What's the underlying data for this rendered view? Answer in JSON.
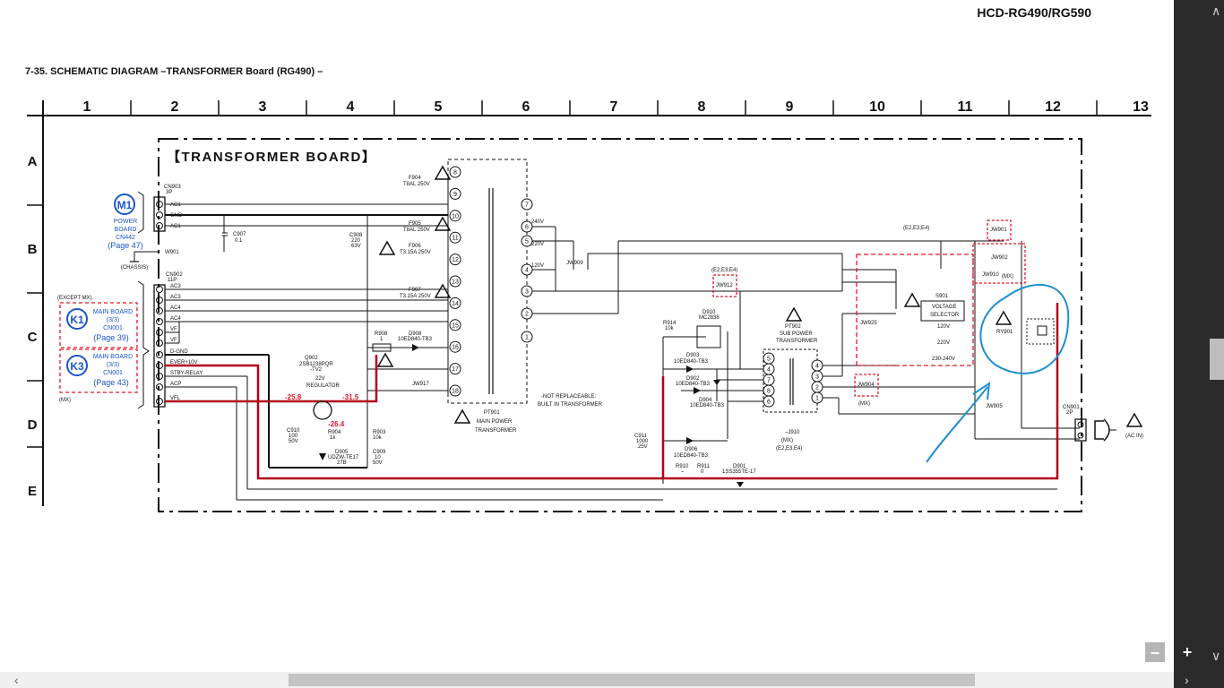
{
  "doc": {
    "header": "HCD-RG490/RG590",
    "title": "7-35. SCHEMATIC  DIAGRAM  –TRANSFORMER Board (RG490) –",
    "board_title": "【TRANSFORMER  BOARD】"
  },
  "grid": {
    "columns": [
      "1",
      "2",
      "3",
      "4",
      "5",
      "6",
      "7",
      "8",
      "9",
      "10",
      "11",
      "12",
      "13"
    ],
    "rows": [
      "A",
      "B",
      "C",
      "D",
      "E"
    ]
  },
  "connectors": {
    "m1": {
      "code": "M1",
      "lines": [
        "POWER",
        "BOARD",
        "CN442"
      ],
      "page": "(Page 47)"
    },
    "k1": {
      "code": "K1",
      "lines": [
        "MAIN BOARD",
        "(3/3)",
        "CN001"
      ],
      "page": "(Page 39)"
    },
    "k3": {
      "code": "K3",
      "lines": [
        "MAIN BOARD",
        "(3/3)",
        "CN001"
      ],
      "page": "(Page 43)"
    },
    "except_mx": "(EXCEPT MX)",
    "mx": "(MX)",
    "chassis": "(CHASSIS)",
    "cn903": [
      "CN903",
      "3P"
    ],
    "cn903_pins": [
      "AC1",
      "GND",
      "AC1"
    ],
    "cn902": [
      "CN902",
      "11P"
    ],
    "cn902_pins": [
      "AC3",
      "AC3",
      "AC4",
      "AC4",
      "VF",
      "VF",
      "D-GND",
      "EVER+10V",
      "STBY-RELAY",
      "ACP",
      "VFL"
    ],
    "w901": "W901"
  },
  "parts": {
    "c907": [
      "C907",
      "0.1"
    ],
    "c908": [
      "C908",
      "220",
      "63V"
    ],
    "f904": [
      "F904",
      "T8AL 250V"
    ],
    "f905": [
      "F905",
      "T8AL 250V"
    ],
    "f906": [
      "F906",
      "T3.15A 250V"
    ],
    "f907": [
      "F907",
      "T3.15A 250V"
    ],
    "pt901": [
      "PT901",
      "MAIN POWER",
      "TRANSFORMER"
    ],
    "pt_note": [
      "-NOT REPLACEABLE:",
      "BUILT IN TRANSFORMER"
    ],
    "pt902": [
      "PT902",
      "SUB POWER",
      "TRANSFORMER"
    ],
    "volt_taps": [
      "240V",
      "220V",
      "120V"
    ],
    "jw909": "JW909",
    "jw912": [
      "(E2,E3,E4)",
      "JW912"
    ],
    "jw917": "JW917",
    "jw925": "JW925",
    "jw904": [
      "JW904",
      "(MX)"
    ],
    "jw905": "JW905",
    "jw901": [
      "(E2,E3,E4)",
      "JW901"
    ],
    "jw902": "JW902",
    "jw910": [
      "JW910",
      "(MX)"
    ],
    "r908": [
      "R908",
      "1"
    ],
    "d908": [
      "D908",
      "10ED840-TB3"
    ],
    "q902": [
      "Q902",
      "2SB1238PQR",
      "-TV2",
      "22V",
      "REGULATOR"
    ],
    "v_readings": [
      "-25.8",
      "-31.5",
      "-26.4"
    ],
    "c910": [
      "C910",
      "100",
      "50V"
    ],
    "r904": [
      "R904",
      "1k"
    ],
    "r903": [
      "R903",
      "10k"
    ],
    "d905": [
      "D905",
      "UDZW-TE17",
      "27B"
    ],
    "c909": [
      "C909",
      "10",
      "50V"
    ],
    "r914": [
      "R914",
      "10k"
    ],
    "d910": [
      "D910",
      "MC2838"
    ],
    "d903": [
      "D903",
      "10ED840-TB3"
    ],
    "d902": [
      "D902",
      "10ED840-TB3"
    ],
    "d904": [
      "D904",
      "10ED840-TB3"
    ],
    "c911": [
      "C911",
      "1000",
      "25V"
    ],
    "d906": [
      "D906",
      "10ED840-TB3"
    ],
    "r910": [
      "R910",
      "–"
    ],
    "r911": [
      "R911",
      "0"
    ],
    "d901": [
      "D901",
      "1SS355TE-17"
    ],
    "j910": [
      "–J910",
      "(MX)",
      "(E2,E3,E4)"
    ],
    "s901": [
      "S901",
      "VOLTAGE",
      "SELECTOR",
      "120V",
      "220V",
      "230-240V"
    ],
    "ry901": "RY901",
    "cn901": [
      "CN901",
      "2P"
    ],
    "ac_in": "(AC IN)"
  },
  "pins_main": [
    "8",
    "9",
    "10",
    "11",
    "12",
    "13",
    "14",
    "15",
    "16",
    "17",
    "18"
  ],
  "pins_sec": [
    "7",
    "6",
    "5",
    "4",
    "3",
    "2",
    "1"
  ],
  "pins_sub_l": [
    "5",
    "4",
    "7",
    "8",
    "6"
  ],
  "pins_sub_r": [
    "4",
    "3",
    "2",
    "1"
  ],
  "colors": {
    "red": "#b3001b",
    "blue": "#1a56c8",
    "annotation": "#1d8fd0",
    "ink": "#111111",
    "dash_red": "#e0192a"
  },
  "ui": {
    "scroll_up": "∧",
    "scroll_down": "∨",
    "scroll_left": "‹",
    "scroll_right": "›",
    "zoom_out": "–",
    "zoom_in": "+"
  }
}
